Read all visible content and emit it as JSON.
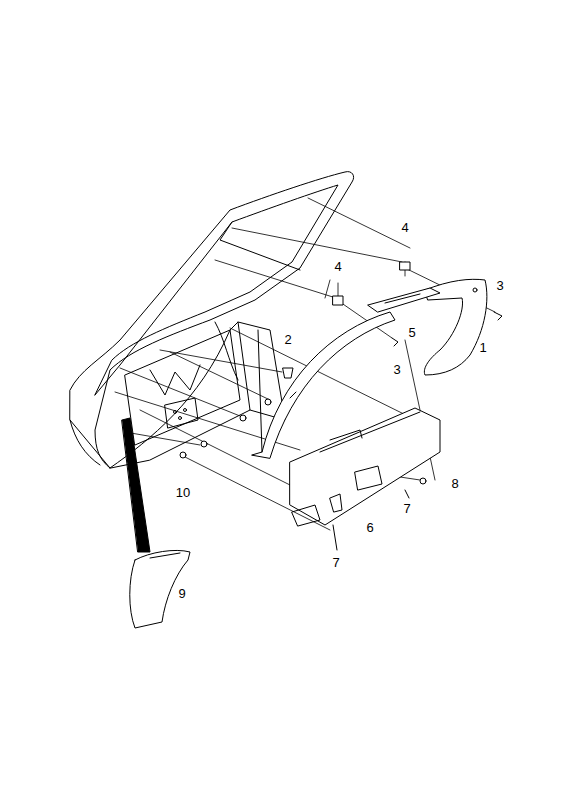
{
  "diagram": {
    "labels": [
      "4",
      "4",
      "3",
      "2",
      "5",
      "3",
      "1",
      "8",
      "10",
      "7",
      "6",
      "7",
      "9"
    ]
  }
}
